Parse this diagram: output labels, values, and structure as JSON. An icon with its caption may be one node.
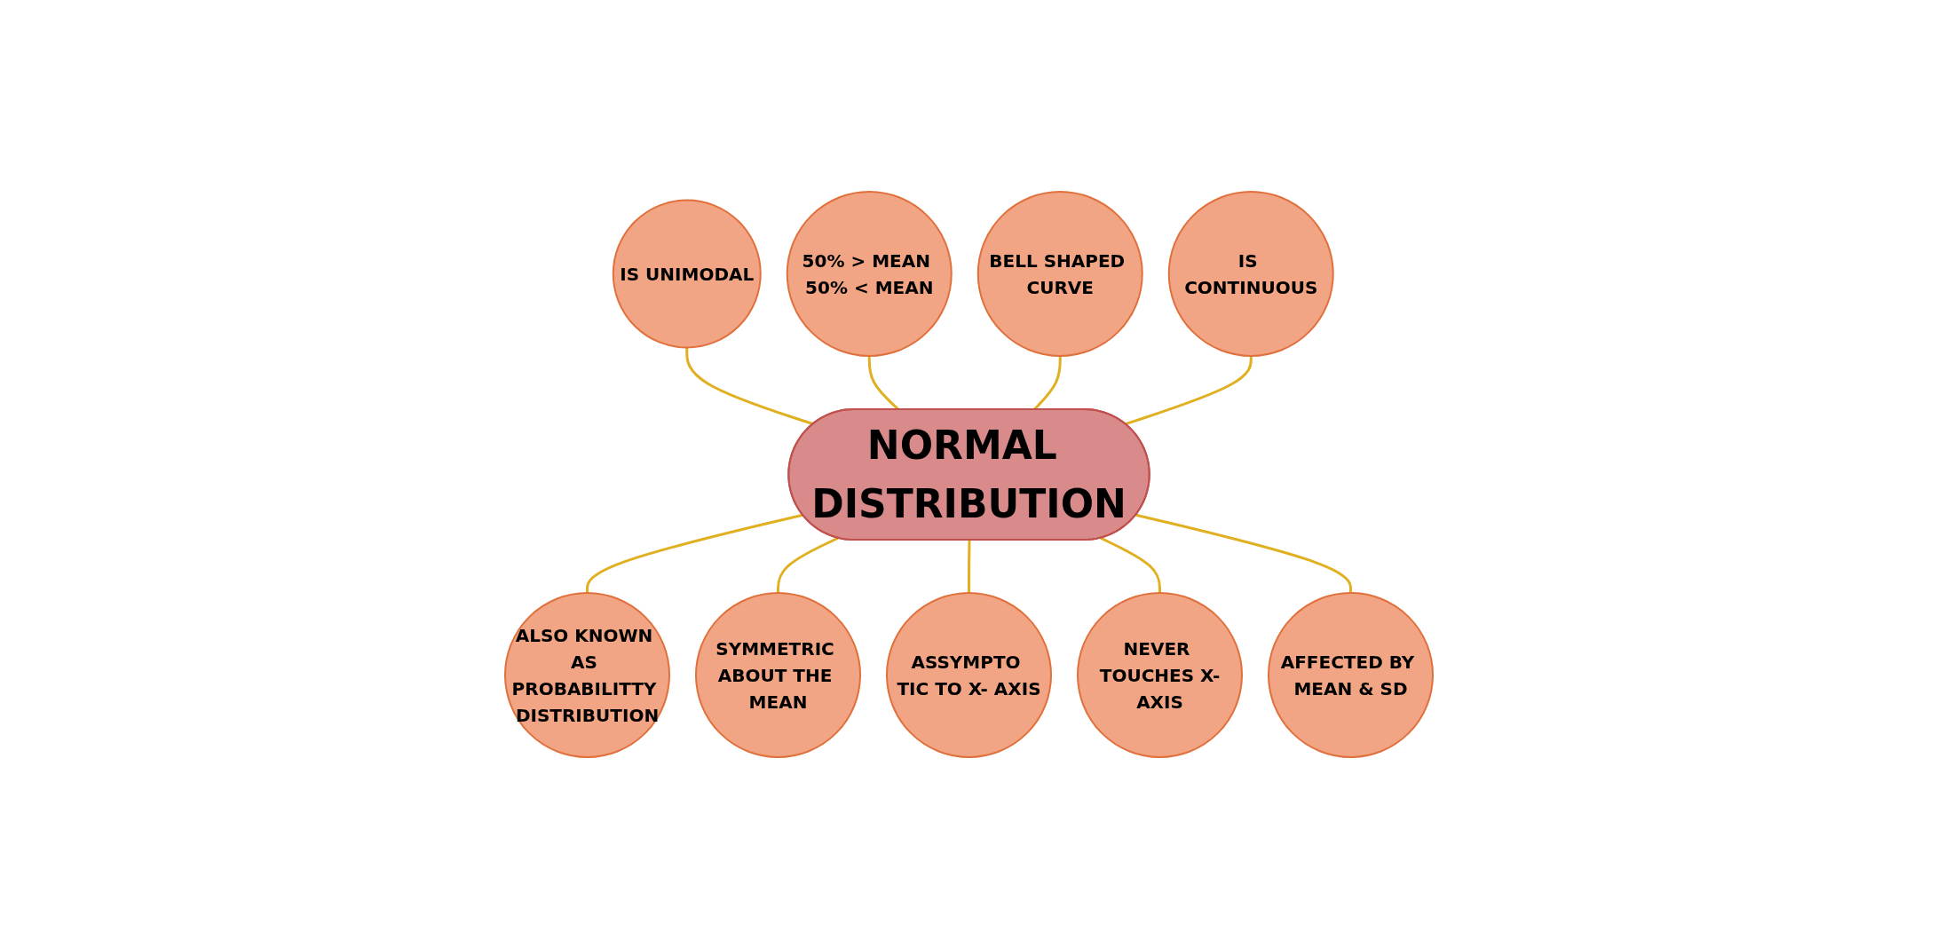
{
  "diagram": {
    "nodes": [
      {
        "text": [
          "NORMAL DISTRIBUTION"
        ]
      },
      {
        "text": [
          "IS UNIMODAL"
        ]
      },
      {
        "text": [
          "50% > MEAN 50% < MEAN"
        ]
      },
      {
        "text": [
          "BELL SHAPED CURVE"
        ]
      },
      {
        "text": [
          "IS CONTINUOUS"
        ]
      },
      {
        "text": [
          "ALSO KNOWN AS PROBABILITTY DISTRIBUTION"
        ]
      },
      {
        "text": [
          "SYMMETRIC ABOUT THE MEAN"
        ]
      },
      {
        "text": [
          "ASSYMPTO TIC TO X- AXIS"
        ]
      },
      {
        "text": [
          "NEVER TOUCHES X-AXIS"
        ]
      },
      {
        "text": [
          "AFFECTED BY MEAN & SD"
        ]
      }
    ],
    "edges": [
      {
        "from": 0,
        "to": 1,
        "arrow": "none"
      },
      {
        "from": 0,
        "to": 2,
        "arrow": "none"
      },
      {
        "from": 0,
        "to": 3,
        "arrow": "none"
      },
      {
        "from": 0,
        "to": 4,
        "arrow": "none"
      },
      {
        "from": 0,
        "to": 5,
        "arrow": "none"
      },
      {
        "from": 0,
        "to": 6,
        "arrow": "none"
      },
      {
        "from": 0,
        "to": 7,
        "arrow": "none"
      },
      {
        "from": 0,
        "to": 8,
        "arrow": "none"
      },
      {
        "from": 0,
        "to": 9,
        "arrow": "none"
      }
    ]
  }
}
